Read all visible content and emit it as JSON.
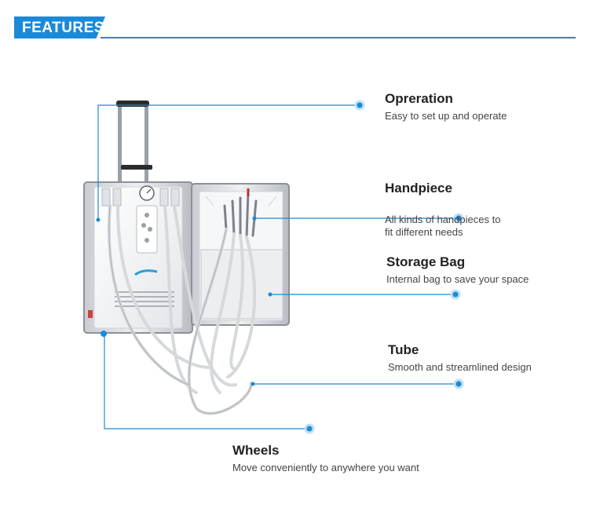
{
  "header": {
    "title": "FEATURES"
  },
  "colors": {
    "accent": "#1a8ad8",
    "title_text": "#222222",
    "body_text": "#444444"
  },
  "features": [
    {
      "title": "Opreration",
      "description": "Easy to set up and operate"
    },
    {
      "title": "Handpiece",
      "description": "All kinds of handpieces to\nfit different needs"
    },
    {
      "title": "Storage Bag",
      "description": "Internal bag to save your space"
    },
    {
      "title": "Tube",
      "description": "Smooth and streamlined design"
    },
    {
      "title": "Wheels",
      "description": "Move conveniently to anywhere you want"
    }
  ]
}
